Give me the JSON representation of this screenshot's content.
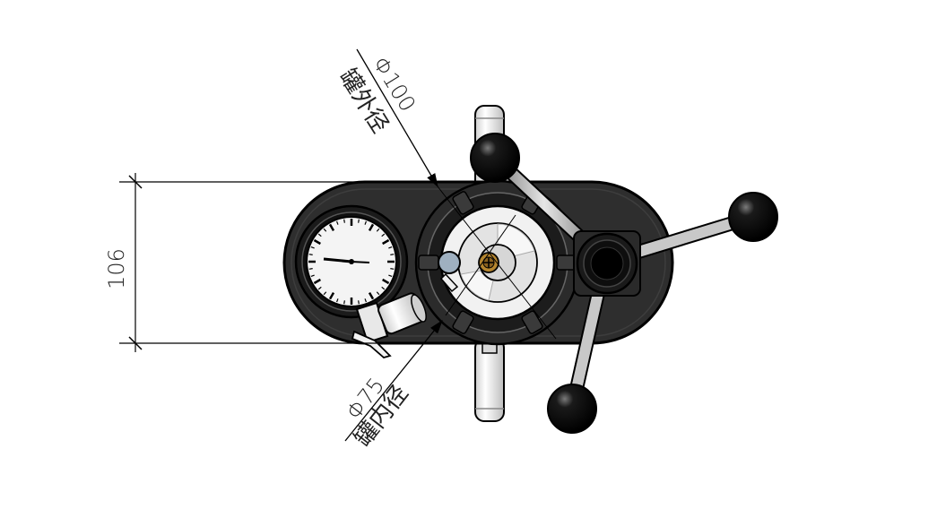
{
  "annotations": {
    "outer_diameter_value": "Φ100",
    "outer_diameter_label": "罐外径",
    "inner_diameter_value": "Φ75",
    "inner_diameter_label": "罐内径",
    "height_dimension": "106"
  },
  "colors": {
    "body": "#2e2e2e",
    "outline": "#000000",
    "knob": "#0a0a0a",
    "metal": "#bdbdbd",
    "gauge_face": "#f4f4f4",
    "brass": "#b5852e"
  },
  "icons": {
    "gauge": "pressure-gauge-icon",
    "knob": "ball-knob-icon"
  }
}
